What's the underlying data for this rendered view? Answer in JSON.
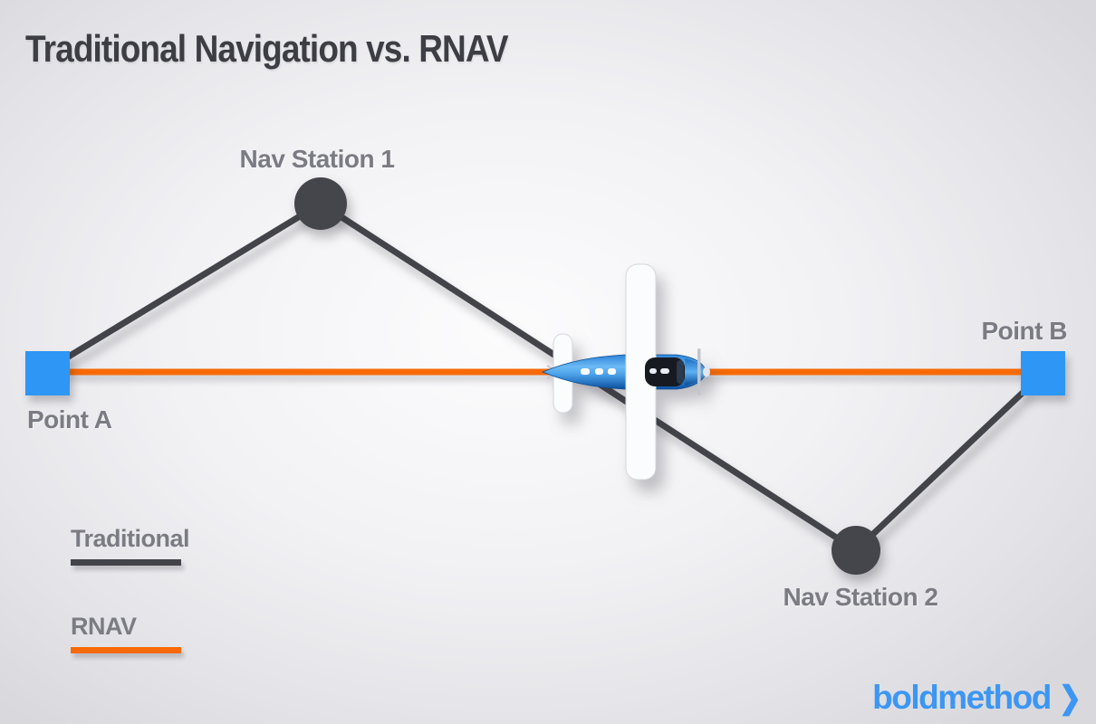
{
  "title": "Traditional Navigation vs. RNAV",
  "nodes": {
    "point_a": "Point A",
    "point_b": "Point B",
    "nav_station_1": "Nav Station 1",
    "nav_station_2": "Nav Station 2"
  },
  "legend": {
    "items": [
      {
        "label": "Traditional",
        "color": "#43434a"
      },
      {
        "label": "RNAV",
        "color": "#f76a07"
      }
    ]
  },
  "brand": {
    "name": "boldmethod",
    "chevron": "❯"
  },
  "icons": {
    "airplane": "airplane-top-view-icon"
  },
  "colors": {
    "traditional_line": "#43434a",
    "rnav_line": "#f76a07",
    "waypoint_blue": "#2e96f4",
    "station_gray": "#45454c",
    "label_gray": "#7b7b83",
    "title_gray": "#3d3d44",
    "brand_blue": "#3c96f3",
    "background_light": "#fcfcfd",
    "background_dark": "#d9d9dd"
  }
}
